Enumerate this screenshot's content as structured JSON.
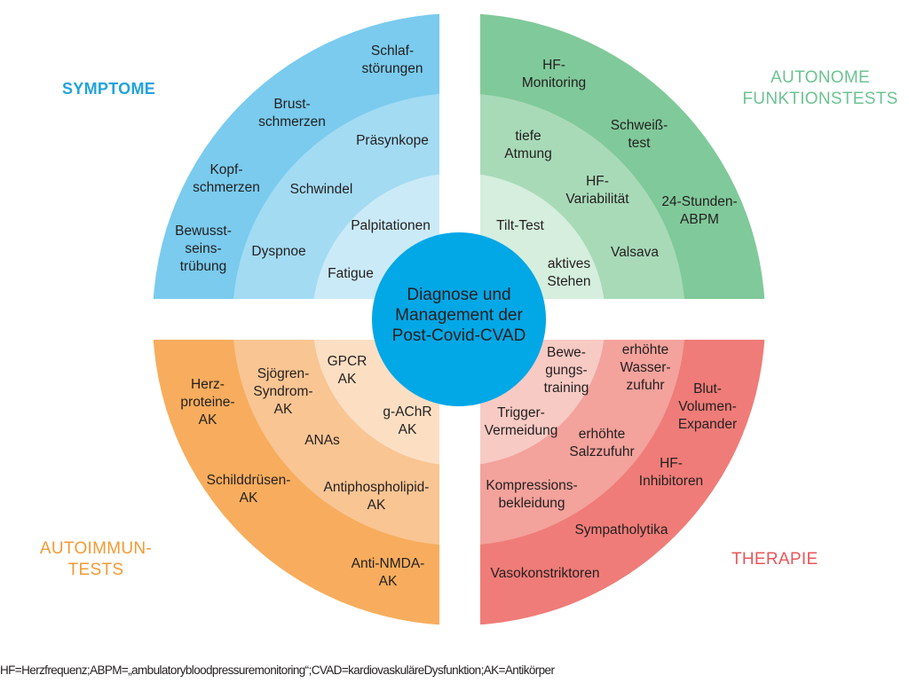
{
  "center": {
    "lines": [
      "Diagnose und",
      "Management der",
      "Post-Covid-CVAD"
    ]
  },
  "quadrants": {
    "symptome": {
      "title": [
        "SYMPTOME"
      ],
      "colors": {
        "outer": "#7acbee",
        "middle": "#a3dbf3",
        "inner": "#cbeaf8",
        "title": "#21a3dc"
      },
      "labels": {
        "schlaf": [
          "Schlaf-",
          "störungen"
        ],
        "brust": [
          "Brust-",
          "schmerzen"
        ],
        "kopf": [
          "Kopf-",
          "schmerzen"
        ],
        "bewusst": [
          "Bewusst-",
          "seins-",
          "trübung"
        ],
        "praesynkope": [
          "Präsynkope"
        ],
        "schwindel": [
          "Schwindel"
        ],
        "dyspnoe": [
          "Dyspnoe"
        ],
        "palpitationen": [
          "Palpitationen"
        ],
        "fatigue": [
          "Fatigue"
        ]
      }
    },
    "autonom": {
      "title": [
        "AUTONOME",
        "FUNKTIONSTESTS"
      ],
      "colors": {
        "outer": "#80c99a",
        "middle": "#a8dab8",
        "inner": "#d5eedd",
        "title": "#6cc391"
      },
      "labels": {
        "hfmon": [
          "HF-",
          "Monitoring"
        ],
        "schweiss": [
          "Schweiß-",
          "test"
        ],
        "abpm": [
          "24-Stunden-",
          "ABPM"
        ],
        "atmung": [
          "tiefe",
          "Atmung"
        ],
        "hfvar": [
          "HF-",
          "Variabilität"
        ],
        "valsava": [
          "Valsava"
        ],
        "tilt": [
          "Tilt-Test"
        ],
        "stehen": [
          "aktives",
          "Stehen"
        ]
      }
    },
    "autoimmun": {
      "title": [
        "AUTOIMMUN-",
        "TESTS"
      ],
      "colors": {
        "outer": "#f7ad5d",
        "middle": "#f9c593",
        "inner": "#fcdfc3",
        "title": "#f39a33"
      },
      "labels": {
        "herz": [
          "Herz-",
          "proteine-",
          "AK"
        ],
        "schild": [
          "Schilddrüsen-",
          "AK"
        ],
        "nmda": [
          "Anti-NMDA-",
          "AK"
        ],
        "sjoegren": [
          "Sjögren-",
          "Syndrom-",
          "AK"
        ],
        "anas": [
          "ANAs"
        ],
        "antiphos": [
          "Antiphospholipid-",
          "AK"
        ],
        "gpcr": [
          "GPCR",
          "AK"
        ],
        "gachr": [
          "g-AChR",
          "AK"
        ]
      }
    },
    "therapie": {
      "title": [
        "THERAPIE"
      ],
      "colors": {
        "outer": "#ef7c78",
        "middle": "#f3a29c",
        "inner": "#f8cac4",
        "title": "#e8565a"
      },
      "labels": {
        "blut": [
          "Blut-",
          "Volumen-",
          "Expander"
        ],
        "hfinh": [
          "HF-",
          "Inhibitoren"
        ],
        "sympath": [
          "Sympatholytika"
        ],
        "vaso": [
          "Vasokonstriktoren"
        ],
        "wasser": [
          "erhöhte",
          "Wasser-",
          "zufuhr"
        ],
        "salz": [
          "erhöhte",
          "Salzzufuhr"
        ],
        "kompr": [
          "Kompressions-",
          "bekleidung"
        ],
        "bewegung": [
          "Bewe-",
          "gungs-",
          "training"
        ],
        "trigger": [
          "Trigger-",
          "Vermeidung"
        ]
      }
    }
  },
  "center_color": "#02a7e6",
  "footnote": "HF=Herzfrequenz;ABPM=„ambulatorybloodpressuremonitoring“;CVAD=kardiovaskuläreDysfunktion;AK=Antikörper"
}
